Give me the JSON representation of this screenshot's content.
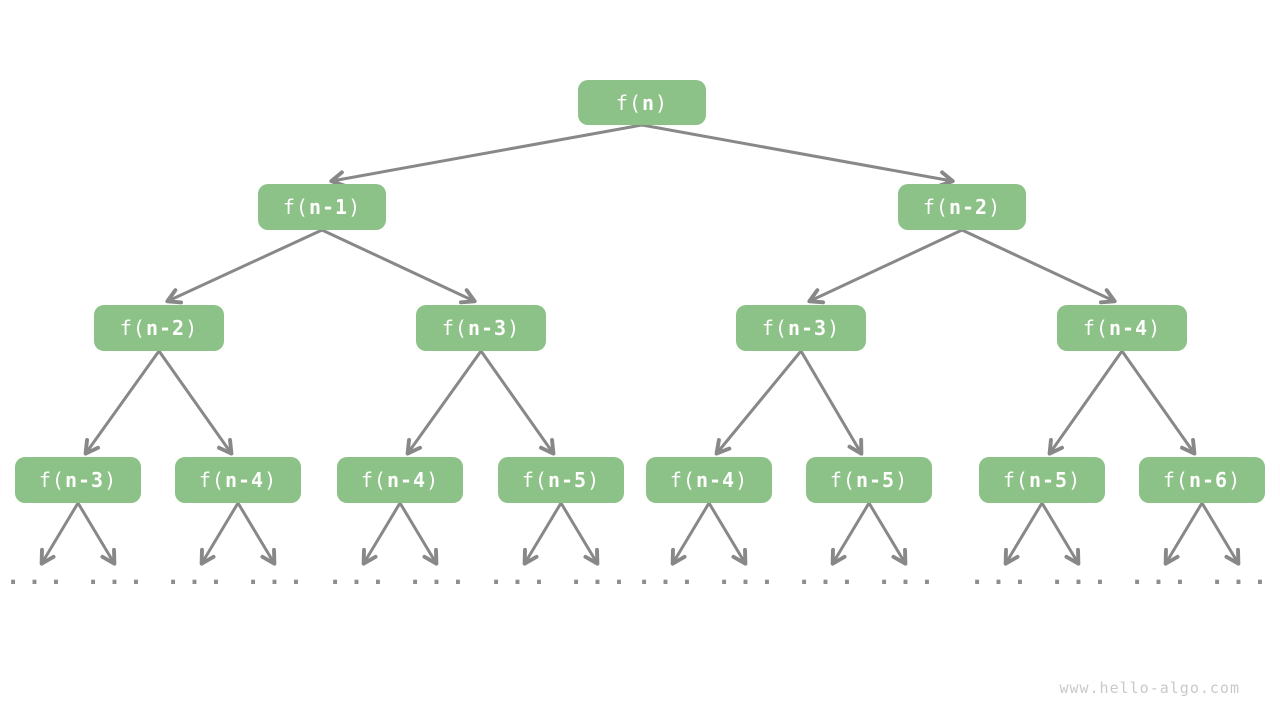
{
  "diagram": {
    "type": "recursion-tree",
    "node_fill_color": "#8CC287",
    "node_text_color": "#ffffff",
    "edge_color": "#888888",
    "ellipsis_color": "#8d8d8d"
  },
  "nodes": [
    {
      "label": "f(n)",
      "pre": "f(",
      "arg": "n",
      "post": ")"
    },
    {
      "label": "f(n-1)",
      "pre": "f(",
      "arg": "n-1",
      "post": ")"
    },
    {
      "label": "f(n-2)",
      "pre": "f(",
      "arg": "n-2",
      "post": ")"
    },
    {
      "label": "f(n-2)",
      "pre": "f(",
      "arg": "n-2",
      "post": ")"
    },
    {
      "label": "f(n-3)",
      "pre": "f(",
      "arg": "n-3",
      "post": ")"
    },
    {
      "label": "f(n-3)",
      "pre": "f(",
      "arg": "n-3",
      "post": ")"
    },
    {
      "label": "f(n-4)",
      "pre": "f(",
      "arg": "n-4",
      "post": ")"
    },
    {
      "label": "f(n-3)",
      "pre": "f(",
      "arg": "n-3",
      "post": ")"
    },
    {
      "label": "f(n-4)",
      "pre": "f(",
      "arg": "n-4",
      "post": ")"
    },
    {
      "label": "f(n-4)",
      "pre": "f(",
      "arg": "n-4",
      "post": ")"
    },
    {
      "label": "f(n-5)",
      "pre": "f(",
      "arg": "n-5",
      "post": ")"
    },
    {
      "label": "f(n-4)",
      "pre": "f(",
      "arg": "n-4",
      "post": ")"
    },
    {
      "label": "f(n-5)",
      "pre": "f(",
      "arg": "n-5",
      "post": ")"
    },
    {
      "label": "f(n-5)",
      "pre": "f(",
      "arg": "n-5",
      "post": ")"
    },
    {
      "label": "f(n-6)",
      "pre": "f(",
      "arg": "n-6",
      "post": ")"
    }
  ],
  "ellipsis": "...",
  "watermark": "www.hello-algo.com"
}
